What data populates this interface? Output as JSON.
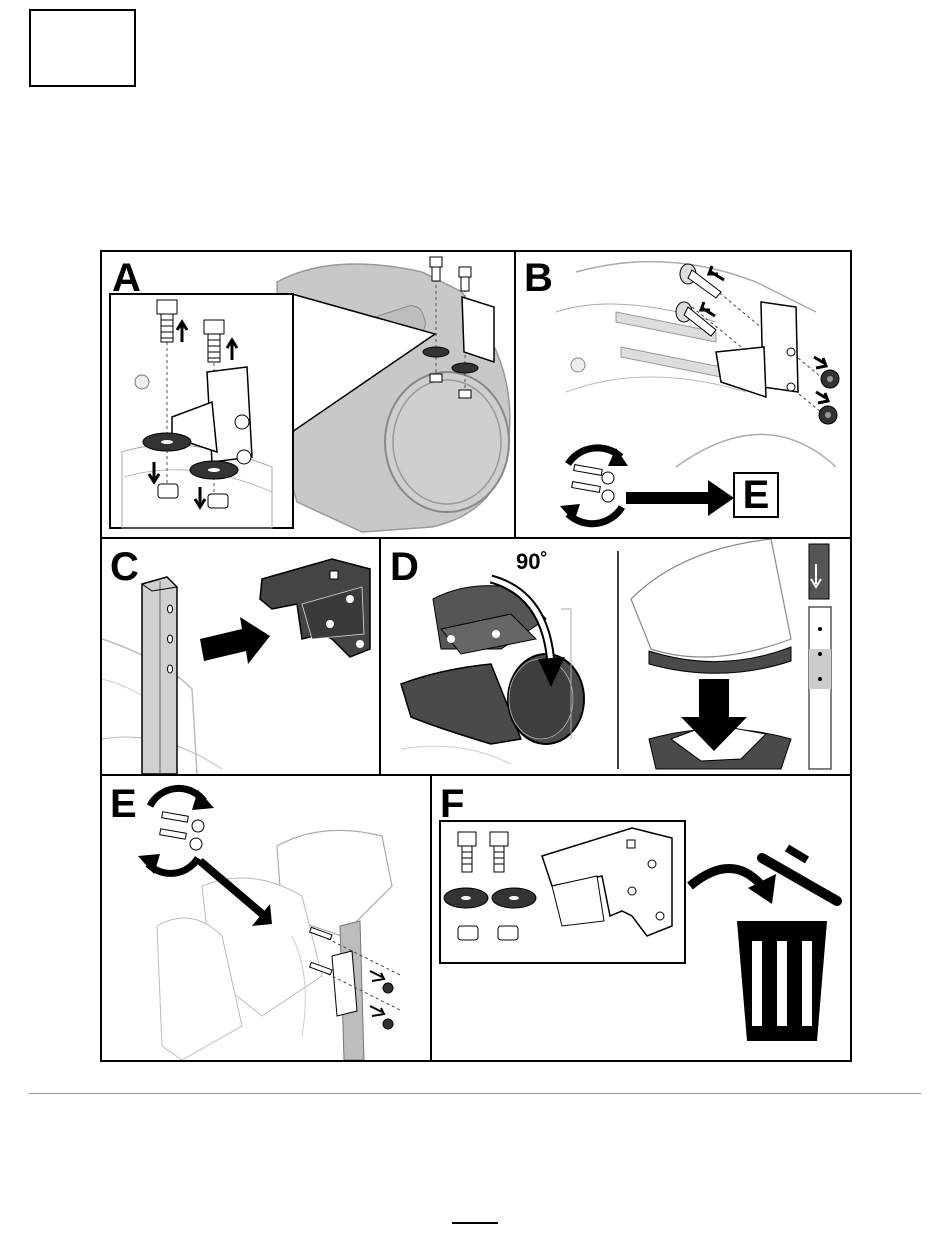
{
  "panels": {
    "a": {
      "label": "A"
    },
    "b": {
      "label": "B",
      "goto_label": "E"
    },
    "c": {
      "label": "C"
    },
    "d": {
      "label": "D",
      "angle_label": "90˚"
    },
    "e": {
      "label": "E"
    },
    "f": {
      "label": "F"
    }
  }
}
